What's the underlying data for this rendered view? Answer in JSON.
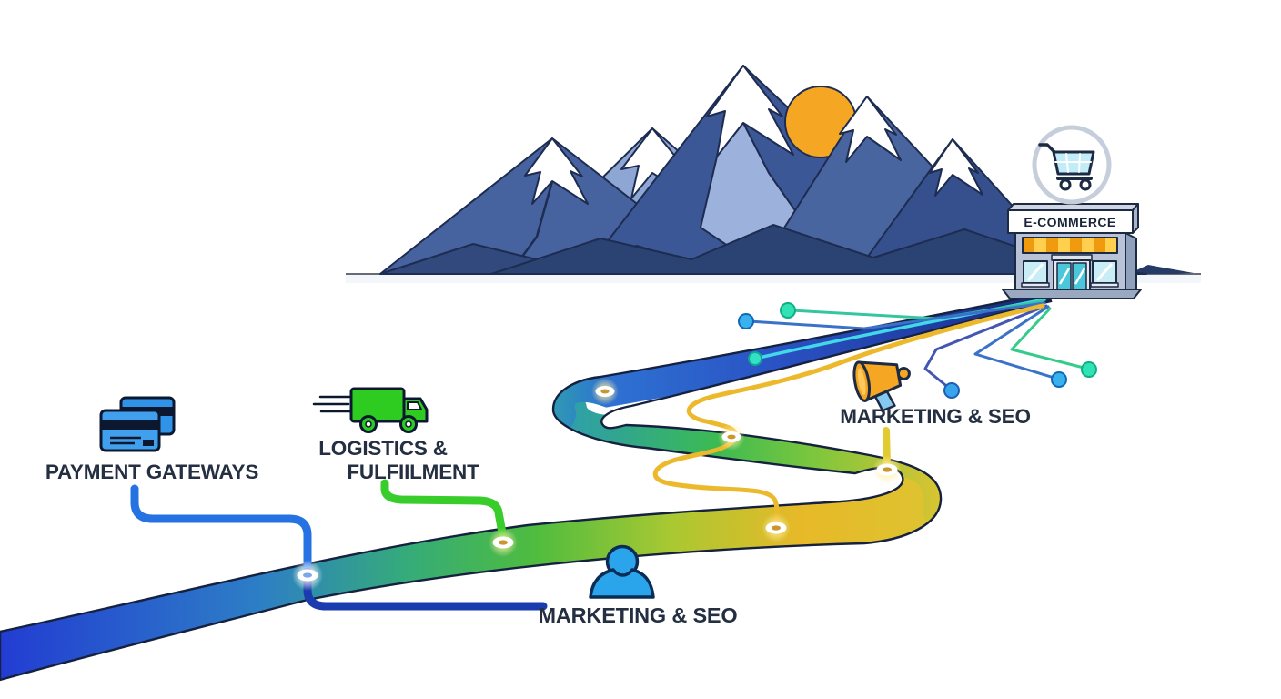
{
  "title": "E-commerce journey roadmap illustration",
  "store": {
    "sign": "E-COMMERCE",
    "icon": "shopping-cart"
  },
  "stops": [
    {
      "id": "payment",
      "label": "PAYMENT GATEWAYS",
      "icon": "credit-cards"
    },
    {
      "id": "logistics",
      "label_line1": "LOGISTICS &",
      "label_line2": "FULFIILMENT",
      "icon": "delivery-truck"
    },
    {
      "id": "marketing_top",
      "label": "MARKETING & SEO",
      "icon": "megaphone"
    },
    {
      "id": "marketing_bottom",
      "label": "MARKETING & SEO",
      "icon": "person"
    }
  ],
  "colors": {
    "ink": "#1d2a44",
    "text": "#242f42",
    "sun": "#f5a623",
    "snow": "#ffffff",
    "mountain_light": "#8ea6d4",
    "mountain_mid": "#46629f",
    "mountain_dark": "#2b4372",
    "road": {
      "blue": "#2133d4",
      "teal": "#35ab7a",
      "green": "#4ebc3f",
      "yellow": "#e7b928",
      "yellowgreen": "#ddc431",
      "top_blue": "#2a52c4",
      "navy": "#15255c",
      "stripe": "#41d9e8"
    },
    "connector_blue": "#2573e2",
    "connector_blue_dark": "#1b3cae",
    "connector_green": "#39cd2b",
    "connector_yellow": "#e2cb30",
    "wavy_yellow": "#ecb92c",
    "node_teal": "#2fe3b5",
    "node_blue": "#38b1ec",
    "cards": "#41a0ee",
    "truck": "#2ecc21",
    "megaphone": "#f5a623",
    "person": "#2aa5ec",
    "awning": "#f09a10",
    "door": "#4cc6da"
  }
}
